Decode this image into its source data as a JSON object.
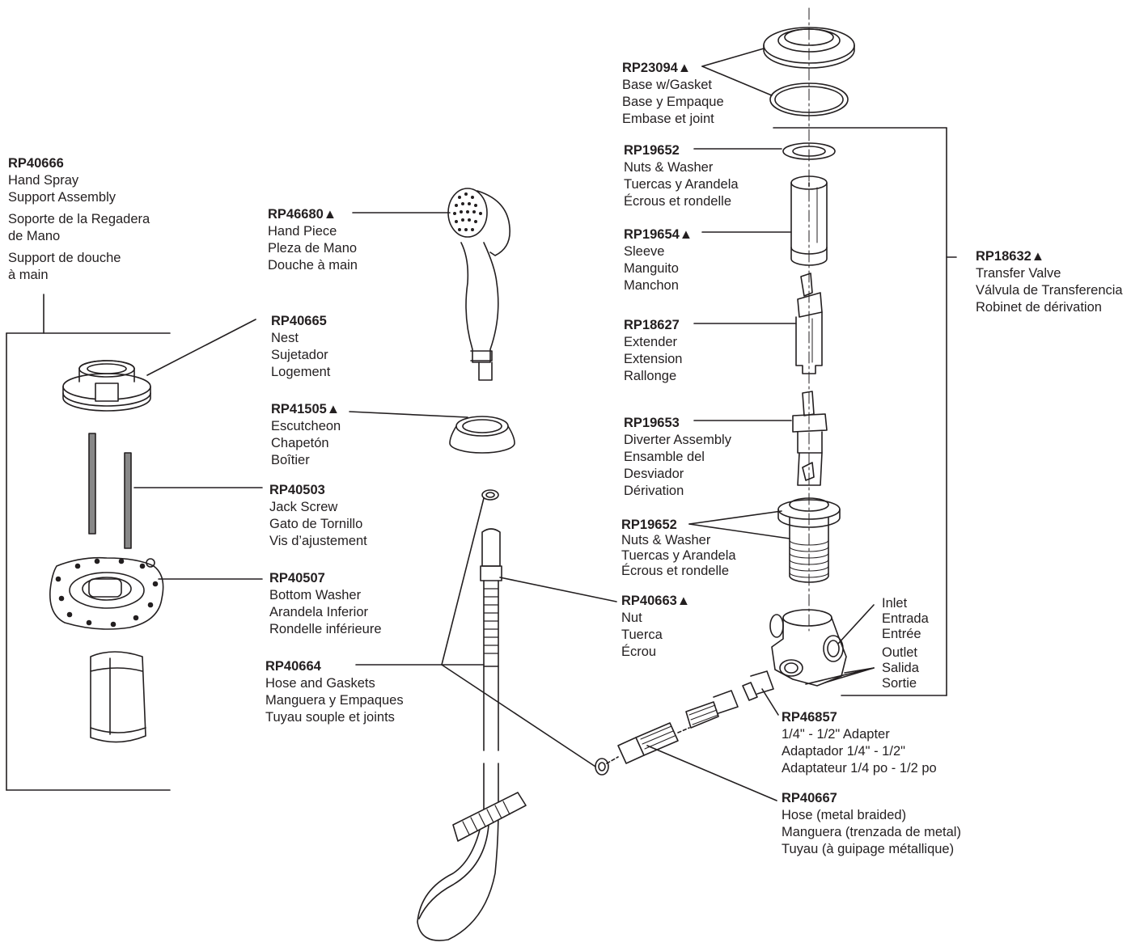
{
  "parts": {
    "rp40666": {
      "pn": "RP40666",
      "l1": "Hand Spray",
      "l2": "Support Assembly",
      "l3": "Soporte de la Regadera",
      "l4": "de Mano",
      "l5": "Support de douche",
      "l6": "à main"
    },
    "rp46680": {
      "pn": "RP46680▲",
      "en": "Hand Piece",
      "es": "Pleza de Mano",
      "fr": "Douche à main"
    },
    "rp40665": {
      "pn": "RP40665",
      "en": "Nest",
      "es": "Sujetador",
      "fr": "Logement"
    },
    "rp41505": {
      "pn": "RP41505▲",
      "en": "Escutcheon",
      "es": "Chapetón",
      "fr": "Boîtier"
    },
    "rp40503": {
      "pn": "RP40503",
      "en": "Jack Screw",
      "es": "Gato de Tornillo",
      "fr": "Vis d’ajustement"
    },
    "rp40507": {
      "pn": "RP40507",
      "en": "Bottom Washer",
      "es": "Arandela Inferior",
      "fr": "Rondelle inférieure"
    },
    "rp40664": {
      "pn": "RP40664",
      "en": "Hose and Gaskets",
      "es": "Manguera y Empaques",
      "fr": "Tuyau souple et joints"
    },
    "rp40663": {
      "pn": "RP40663▲",
      "en": "Nut",
      "es": "Tuerca",
      "fr": "Écrou"
    },
    "rp23094": {
      "pn": "RP23094▲",
      "en": "Base w/Gasket",
      "es": "Base y Empaque",
      "fr": "Embase et joint"
    },
    "rp19652a": {
      "pn": "RP19652",
      "en": "Nuts & Washer",
      "es": "Tuercas y Arandela",
      "fr": "Écrous et rondelle"
    },
    "rp19654": {
      "pn": "RP19654▲",
      "en": "Sleeve",
      "es": "Manguito",
      "fr": "Manchon"
    },
    "rp18627": {
      "pn": "RP18627",
      "en": "Extender",
      "es": "Extension",
      "fr": "Rallonge"
    },
    "rp19653": {
      "pn": "RP19653",
      "en": "Diverter Assembly",
      "es": "Ensamble del",
      "es2": "Desviador",
      "fr": "Dérivation"
    },
    "rp19652b": {
      "pn": "RP19652",
      "en": "Nuts & Washer",
      "es": "Tuercas y Arandela",
      "fr": "Écrous et rondelle"
    },
    "rp18632": {
      "pn": "RP18632▲",
      "en": "Transfer Valve",
      "es": "Válvula de Transferencia",
      "fr": "Robinet de dérivation"
    },
    "inlet": {
      "en": "Inlet",
      "es": "Entrada",
      "fr": "Entrée"
    },
    "outlet": {
      "en": "Outlet",
      "es": "Salida",
      "fr": "Sortie"
    },
    "rp46857": {
      "pn": "RP46857",
      "en": "1/4\" - 1/2\" Adapter",
      "es": "Adaptador 1/4\" - 1/2\"",
      "fr": "Adaptateur 1/4 po - 1/2 po"
    },
    "rp40667": {
      "pn": "RP40667",
      "en": "Hose (metal braided)",
      "es": "Manguera (trenzada de metal)",
      "fr": "Tuyau (à guipage métallique)"
    }
  }
}
